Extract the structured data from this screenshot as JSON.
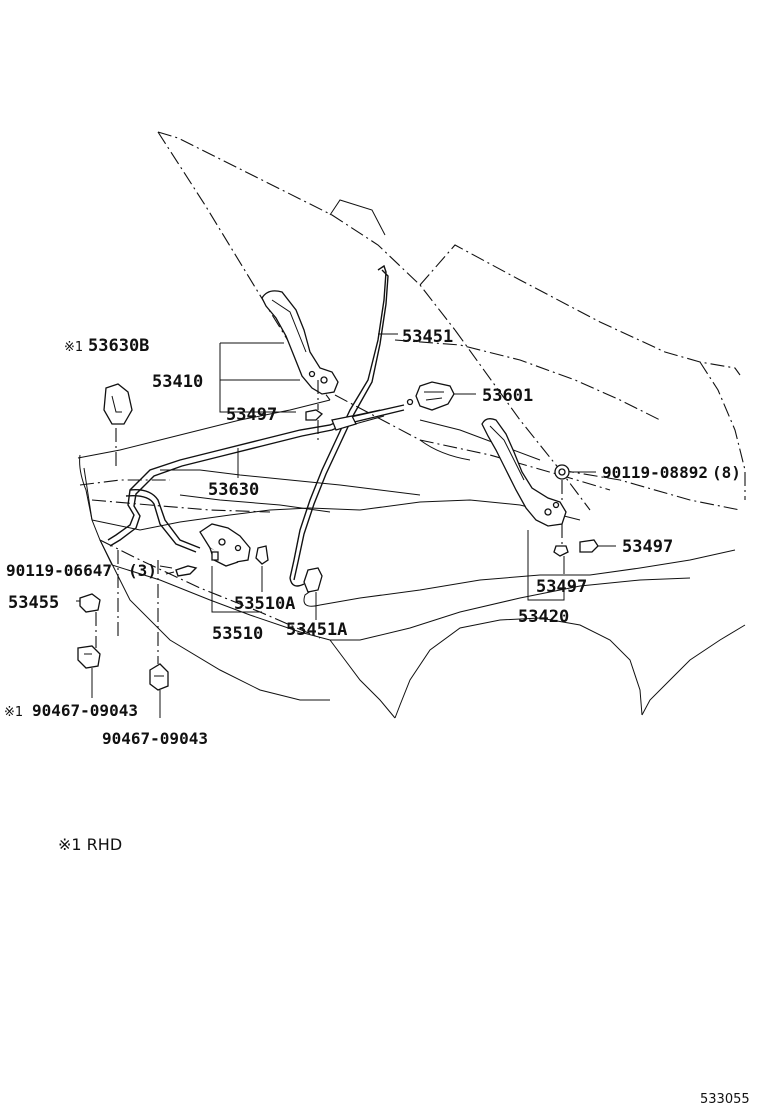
{
  "labels": {
    "p53630b_mark": "※1",
    "p53630b": "53630B",
    "p53410": "53410",
    "p53497_a": "53497",
    "p53451": "53451",
    "p53601": "53601",
    "p53630": "53630",
    "p90119_08892": "90119-08892",
    "p90119_08892_qty": "(8)",
    "p53497_b": "53497",
    "p90119_06647": "90119-06647",
    "p90119_06647_qty": "(3)",
    "p53455": "53455",
    "p53510a": "53510A",
    "p53451a": "53451A",
    "p53497_c": "53497",
    "p53420": "53420",
    "p53510": "53510",
    "p90467_a_mark": "※1",
    "p90467_a": "90467-09043",
    "p90467_b": "90467-09043"
  },
  "footnote": "※1 RHD",
  "diagram_id": "533055"
}
